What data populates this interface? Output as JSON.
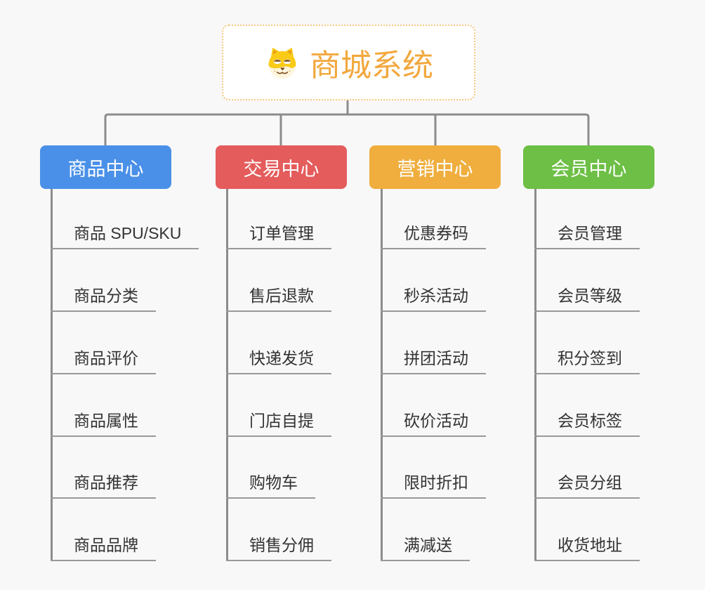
{
  "canvas": {
    "background": "#F8F8F8"
  },
  "palette": {
    "connector_line": "#8C8C8C",
    "leaf_underline": "#999999",
    "leaf_text": "#333333",
    "root_text": "#F2A83D",
    "root_border": "#F6C77D"
  },
  "root": {
    "title": "商城系统",
    "icon": "dog-face-icon"
  },
  "branches": [
    {
      "label": "商品中心",
      "color": "#4A90E8",
      "children": [
        "商品 SPU/SKU",
        "商品分类",
        "商品评价",
        "商品属性",
        "商品推荐",
        "商品品牌"
      ]
    },
    {
      "label": "交易中心",
      "color": "#E45C5C",
      "children": [
        "订单管理",
        "售后退款",
        "快递发货",
        "门店自提",
        "购物车",
        "销售分佣"
      ]
    },
    {
      "label": "营销中心",
      "color": "#EFAE3E",
      "children": [
        "优惠券码",
        "秒杀活动",
        "拼团活动",
        "砍价活动",
        "限时折扣",
        "满减送"
      ]
    },
    {
      "label": "会员中心",
      "color": "#6DBF45",
      "children": [
        "会员管理",
        "会员等级",
        "积分签到",
        "会员标签",
        "会员分组",
        "收货地址"
      ]
    }
  ]
}
